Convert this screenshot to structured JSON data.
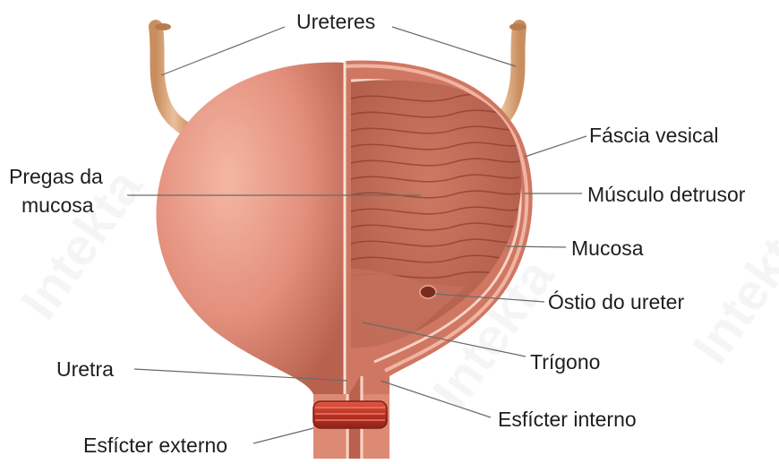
{
  "labels": {
    "ureteres": "Ureteres",
    "fascia": "Fáscia vesical",
    "pregas_line1": "Pregas da",
    "pregas_line2": "mucosa",
    "detrusor": "Músculo detrusor",
    "mucosa": "Mucosa",
    "ostio": "Óstio do ureter",
    "trigono": "Trígono",
    "uretra": "Uretra",
    "esf_interno": "Esfícter interno",
    "esf_externo": "Esfícter externo"
  },
  "watermark": "Intekta",
  "colors": {
    "outer_wall": "#e3907d",
    "cut_wall": "#c86a5a",
    "interior": "#b9614f",
    "fold": "#8e3a2e",
    "ureter": "#d9a679",
    "sphincter": "#c0392b",
    "leader": "#6a6a6a"
  }
}
